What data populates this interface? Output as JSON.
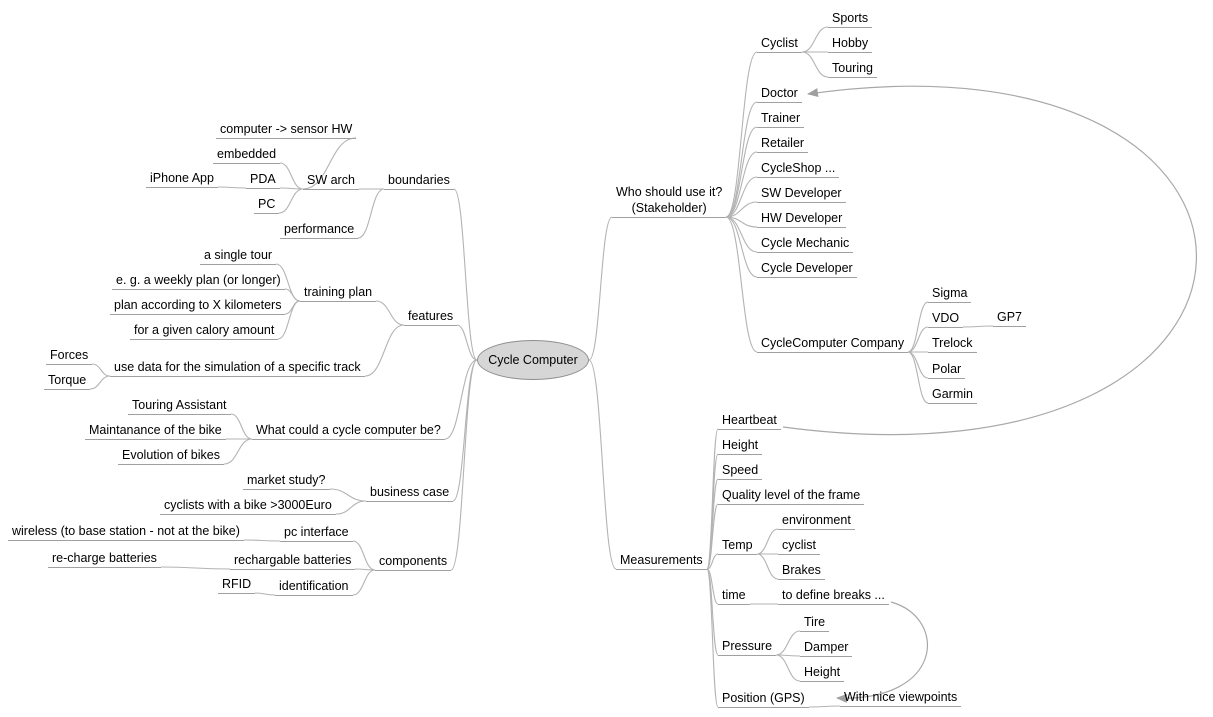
{
  "colors": {
    "edge": "#b3b3b3",
    "underline": "#a0a0a0",
    "connector": "#a8a8a8",
    "arrowhead": "#9f9f9f",
    "root_fill": "#d6d6d6",
    "root_border": "#8f8f8f",
    "text": "#000000"
  },
  "root": {
    "label": "Cycle Computer"
  },
  "nodes": {
    "boundaries": {
      "label": "boundaries",
      "parent": "root"
    },
    "sw_arch": {
      "label": "SW arch",
      "parent": "boundaries"
    },
    "computer_sensor_hw": {
      "label": "computer -> sensor HW",
      "parent": "sw_arch"
    },
    "embedded": {
      "label": "embedded",
      "parent": "sw_arch"
    },
    "pda": {
      "label": "PDA",
      "parent": "sw_arch"
    },
    "iphone_app": {
      "label": "iPhone App",
      "parent": "pda"
    },
    "pc": {
      "label": "PC",
      "parent": "sw_arch"
    },
    "performance": {
      "label": "performance",
      "parent": "boundaries"
    },
    "features": {
      "label": "features",
      "parent": "root"
    },
    "training_plan": {
      "label": "training plan",
      "parent": "features"
    },
    "a_single_tour": {
      "label": "a single tour",
      "parent": "training_plan"
    },
    "weekly_plan": {
      "label": "e. g. a weekly plan (or longer)",
      "parent": "training_plan"
    },
    "plan_x_km": {
      "label": "plan according to X kilometers",
      "parent": "training_plan"
    },
    "calory_amount": {
      "label": "for a given calory amount",
      "parent": "training_plan"
    },
    "use_data": {
      "label": "use data for the simulation of a specific track",
      "parent": "features"
    },
    "forces": {
      "label": "Forces",
      "parent": "use_data"
    },
    "torque": {
      "label": "Torque",
      "parent": "use_data"
    },
    "what_could": {
      "label": "What could a cycle computer be?",
      "parent": "root"
    },
    "touring_assistant": {
      "label": "Touring Assistant",
      "parent": "what_could"
    },
    "maintanance": {
      "label": "Maintanance of the bike",
      "parent": "what_could"
    },
    "evolution": {
      "label": "Evolution of bikes",
      "parent": "what_could"
    },
    "business_case": {
      "label": "business case",
      "parent": "root"
    },
    "market_study": {
      "label": "market study?",
      "parent": "business_case"
    },
    "cyclists_3000": {
      "label": "cyclists with a bike >3000Euro",
      "parent": "business_case"
    },
    "components": {
      "label": "components",
      "parent": "root"
    },
    "pc_interface": {
      "label": "pc interface",
      "parent": "components"
    },
    "wireless": {
      "label": "wireless (to base station - not at the bike)",
      "parent": "pc_interface"
    },
    "rechargable_batteries": {
      "label": "rechargable batteries",
      "parent": "components"
    },
    "recharge_batteries": {
      "label": "re-charge batteries",
      "parent": "rechargable_batteries"
    },
    "identification": {
      "label": "identification",
      "parent": "components"
    },
    "rfid": {
      "label": "RFID",
      "parent": "identification"
    },
    "stakeholder": {
      "label": "Who should use it?\n(Stakeholder)",
      "parent": "root"
    },
    "cyclist": {
      "label": "Cyclist",
      "parent": "stakeholder"
    },
    "sports": {
      "label": "Sports",
      "parent": "cyclist"
    },
    "hobby": {
      "label": "Hobby",
      "parent": "cyclist"
    },
    "touring": {
      "label": "Touring",
      "parent": "cyclist"
    },
    "doctor": {
      "label": "Doctor",
      "parent": "stakeholder"
    },
    "trainer": {
      "label": "Trainer",
      "parent": "stakeholder"
    },
    "retailer": {
      "label": "Retailer",
      "parent": "stakeholder"
    },
    "cycleshop": {
      "label": "CycleShop ...",
      "parent": "stakeholder"
    },
    "sw_developer": {
      "label": "SW Developer",
      "parent": "stakeholder"
    },
    "hw_developer": {
      "label": "HW Developer",
      "parent": "stakeholder"
    },
    "cycle_mechanic": {
      "label": "Cycle Mechanic",
      "parent": "stakeholder"
    },
    "cycle_developer": {
      "label": "Cycle Developer",
      "parent": "stakeholder"
    },
    "cyclecomputer_company": {
      "label": "CycleComputer Company",
      "parent": "stakeholder"
    },
    "sigma": {
      "label": "Sigma",
      "parent": "cyclecomputer_company"
    },
    "vdo": {
      "label": "VDO",
      "parent": "cyclecomputer_company"
    },
    "gp7": {
      "label": "GP7",
      "parent": "vdo"
    },
    "trelock": {
      "label": "Trelock",
      "parent": "cyclecomputer_company"
    },
    "polar": {
      "label": "Polar",
      "parent": "cyclecomputer_company"
    },
    "garmin": {
      "label": "Garmin",
      "parent": "cyclecomputer_company"
    },
    "measurements": {
      "label": "Measurements",
      "parent": "root"
    },
    "heartbeat": {
      "label": "Heartbeat",
      "parent": "measurements"
    },
    "height": {
      "label": "Height",
      "parent": "measurements"
    },
    "speed": {
      "label": "Speed",
      "parent": "measurements"
    },
    "quality_frame": {
      "label": "Quality level of the frame",
      "parent": "measurements"
    },
    "temp": {
      "label": "Temp",
      "parent": "measurements"
    },
    "environment": {
      "label": "environment",
      "parent": "temp"
    },
    "cyclist_temp": {
      "label": "cyclist",
      "parent": "temp"
    },
    "brakes": {
      "label": "Brakes",
      "parent": "temp"
    },
    "time": {
      "label": "time",
      "parent": "measurements"
    },
    "to_define_breaks": {
      "label": "to define breaks ...",
      "parent": "time"
    },
    "pressure": {
      "label": "Pressure",
      "parent": "measurements"
    },
    "tire": {
      "label": "Tire",
      "parent": "pressure"
    },
    "damper": {
      "label": "Damper",
      "parent": "pressure"
    },
    "height_pressure": {
      "label": "Height",
      "parent": "pressure"
    },
    "position_gps": {
      "label": "Position (GPS)",
      "parent": "measurements"
    },
    "with_nice_viewpoints": {
      "label": "With nice viewpoints",
      "parent": "position_gps"
    }
  },
  "connectors": [
    {
      "name": "heartbeat-to-doctor-link",
      "from": "heartbeat",
      "to": "doctor"
    },
    {
      "name": "breaks-to-viewpoints-link",
      "from": "to_define_breaks",
      "to": "with_nice_viewpoints"
    }
  ]
}
